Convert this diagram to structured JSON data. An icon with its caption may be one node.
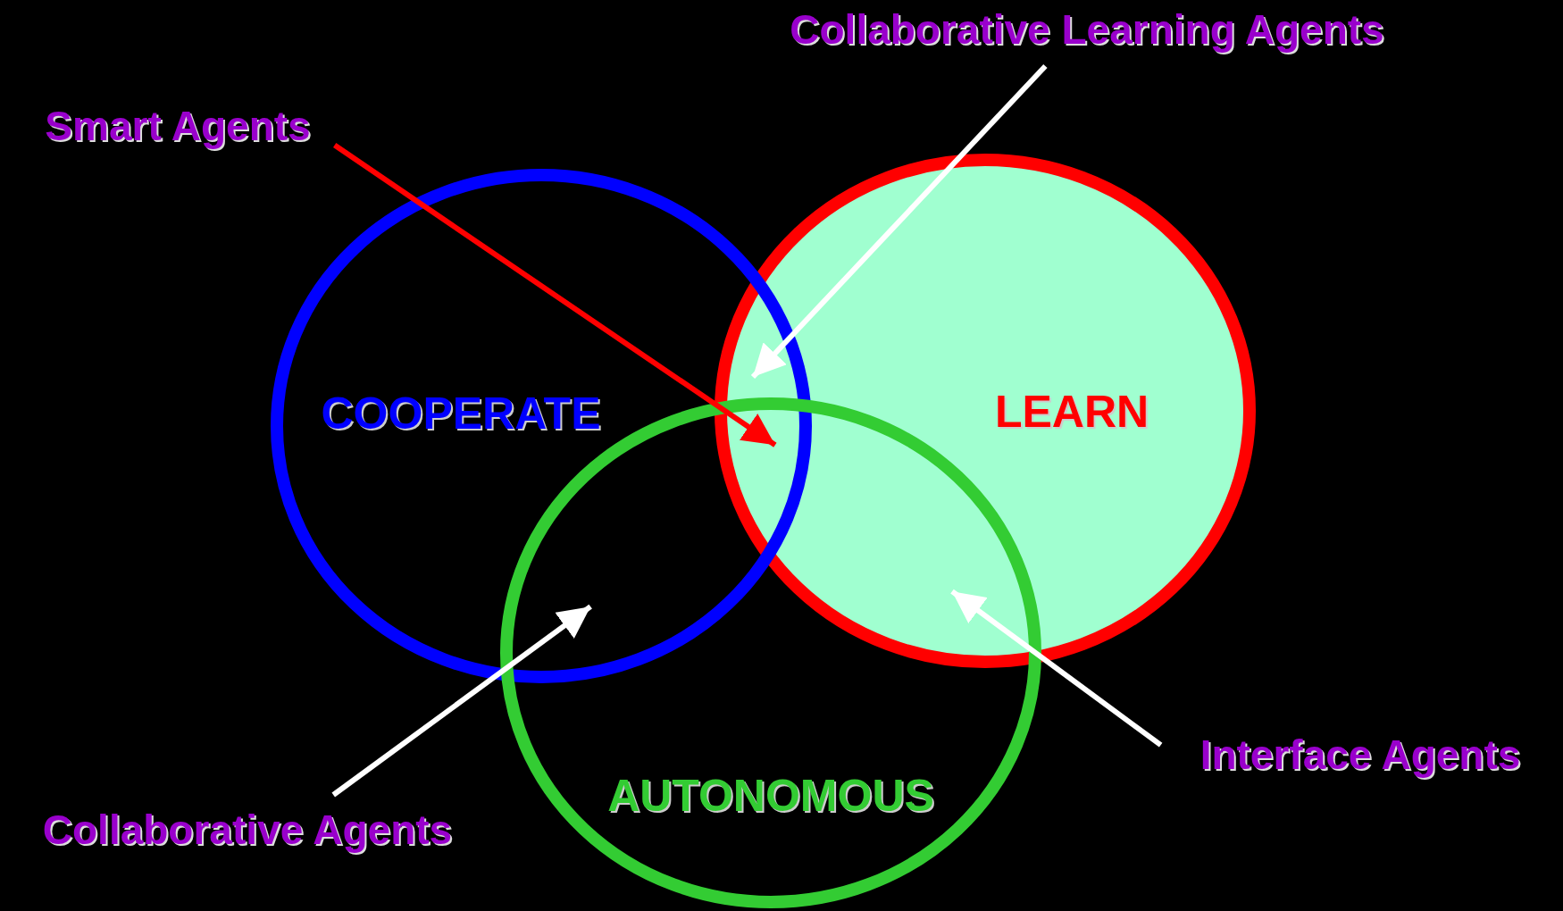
{
  "diagram": {
    "nodes": [
      {
        "text": [
          "Collaborative Learning Agents"
        ]
      },
      {
        "text": [
          "Smart Agents"
        ]
      },
      {
        "text": [
          "COOPERATE"
        ]
      },
      {
        "text": [
          "LEARN"
        ]
      },
      {
        "text": [
          "AUTONOMOUS"
        ]
      },
      {
        "text": [
          "Interface Agents"
        ]
      },
      {
        "text": [
          "Collaborative Agents"
        ]
      }
    ],
    "edges": [
      {
        "from": 0,
        "to": 3,
        "arrow": "to"
      },
      {
        "from": 1,
        "to": 4,
        "arrow": "to",
        "color": "#ff0000"
      },
      {
        "from": 6,
        "to": 2,
        "arrow": "to"
      },
      {
        "from": 5,
        "to": 3,
        "arrow": "to"
      }
    ]
  }
}
